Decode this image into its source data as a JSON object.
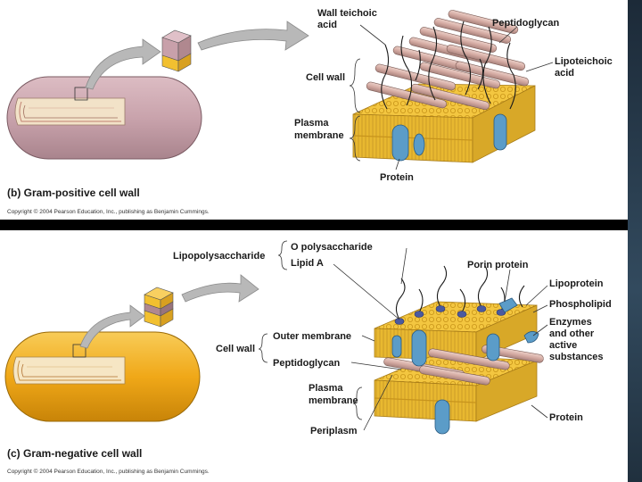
{
  "gram_positive": {
    "caption": "(b) Gram-positive cell wall",
    "copyright": "Copyright © 2004 Pearson Education, Inc., publishing as Benjamin Cummings.",
    "labels": {
      "wall_teichoic_acid_1": "Wall teichoic",
      "wall_teichoic_acid_2": "acid",
      "peptidoglycan": "Peptidoglycan",
      "lipoteichoic_acid_1": "Lipoteichoic",
      "lipoteichoic_acid_2": "acid",
      "cell_wall": "Cell wall",
      "plasma_membrane_1": "Plasma",
      "plasma_membrane_2": "membrane",
      "protein": "Protein"
    }
  },
  "gram_negative": {
    "caption": "(c) Gram-negative cell wall",
    "copyright": "Copyright © 2004 Pearson Education, Inc., publishing as Benjamin Cummings.",
    "labels": {
      "lipopolysaccharide": "Lipopolysaccharide",
      "o_polysaccharide": "O polysaccharide",
      "lipid_a": "Lipid A",
      "porin_protein": "Porin protein",
      "lipoprotein": "Lipoprotein",
      "phospholipid": "Phospholipid",
      "enzymes_1": "Enzymes",
      "enzymes_2": "and other",
      "enzymes_3": "active",
      "enzymes_4": "substances",
      "cell_wall": "Cell wall",
      "outer_membrane": "Outer membrane",
      "peptidoglycan": "Peptidoglycan",
      "plasma_membrane_1": "Plasma",
      "plasma_membrane_2": "membrane",
      "protein": "Protein",
      "periplasm": "Periplasm"
    }
  },
  "colors": {
    "gram_positive_cell": "#c9a3ac",
    "gram_negative_cell": "#f0a818",
    "membrane": "#f0c43c",
    "peptidoglycan_rod": "#d8b0a8",
    "protein": "#5b9cc8",
    "separator": "#000000",
    "side_strip": "#2a3b4c"
  }
}
